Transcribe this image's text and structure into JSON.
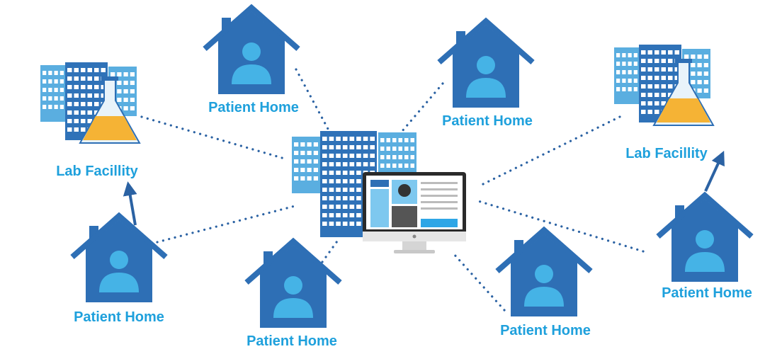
{
  "colors": {
    "house": "#2e6fb5",
    "person": "#45b3e6",
    "building_front": "#2f72b8",
    "building_back": "#5aaee0",
    "building_window": "#ffffff",
    "label": "#1ea0dc",
    "connector": "#2b62a3",
    "flask_liquid": "#f5b335",
    "flask_glass": "#e8f3fa",
    "monitor_frame": "#2a2a2a",
    "monitor_stand": "#e6e6e6"
  },
  "nodes": [
    {
      "id": "lab-left",
      "kind": "lab",
      "label": "Lab Facillity"
    },
    {
      "id": "lab-right",
      "kind": "lab",
      "label": "Lab Facillity"
    },
    {
      "id": "home-top-left",
      "kind": "home",
      "label": "Patient Home"
    },
    {
      "id": "home-top-right",
      "kind": "home",
      "label": "Patient Home"
    },
    {
      "id": "home-left",
      "kind": "home",
      "label": "Patient Home"
    },
    {
      "id": "home-bottom-left",
      "kind": "home",
      "label": "Patient Home"
    },
    {
      "id": "home-bottom-right",
      "kind": "home",
      "label": "Patient Home"
    },
    {
      "id": "home-right",
      "kind": "home",
      "label": "Patient Home"
    }
  ],
  "hub": {
    "id": "hospital-hub",
    "kind": "hospital-with-monitor",
    "icon": "monitor-doctor-icon"
  },
  "connections": [
    {
      "from": "hospital-hub",
      "to": "lab-left",
      "style": "dotted"
    },
    {
      "from": "hospital-hub",
      "to": "lab-right",
      "style": "dotted"
    },
    {
      "from": "hospital-hub",
      "to": "home-top-left",
      "style": "dotted"
    },
    {
      "from": "hospital-hub",
      "to": "home-top-right",
      "style": "dotted"
    },
    {
      "from": "hospital-hub",
      "to": "home-left",
      "style": "dotted"
    },
    {
      "from": "hospital-hub",
      "to": "home-bottom-left",
      "style": "dotted"
    },
    {
      "from": "hospital-hub",
      "to": "home-bottom-right",
      "style": "dotted"
    },
    {
      "from": "hospital-hub",
      "to": "home-right",
      "style": "dotted"
    },
    {
      "from": "home-left",
      "to": "lab-left",
      "style": "arrow"
    },
    {
      "from": "home-right",
      "to": "lab-right",
      "style": "arrow"
    }
  ]
}
